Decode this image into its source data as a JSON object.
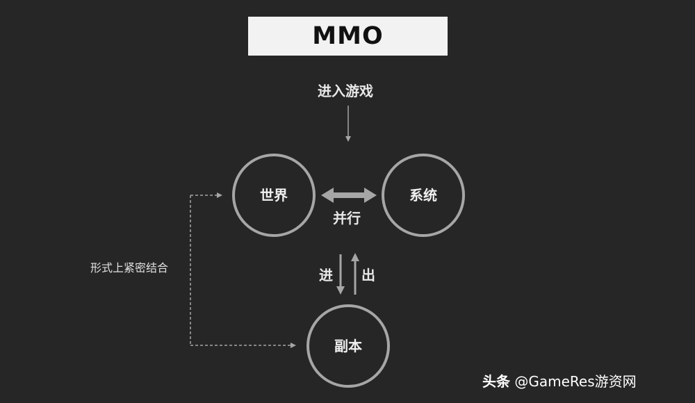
{
  "title": "MMO",
  "entry_label": "进入游戏",
  "nodes": {
    "world": "世界",
    "system": "系统",
    "instance": "副本"
  },
  "relations": {
    "parallel": "并行",
    "enter": "进",
    "exit": "出",
    "tightly_combined": "形式上紧密结合"
  },
  "watermark": {
    "brand": "头条",
    "handle": "@GameRes游资网"
  },
  "colors": {
    "background": "#262626",
    "title_box": "#f2f2f2",
    "circle_stroke": "#a6a6a6",
    "arrow": "#a6a6a6",
    "text": "#ffffff"
  }
}
